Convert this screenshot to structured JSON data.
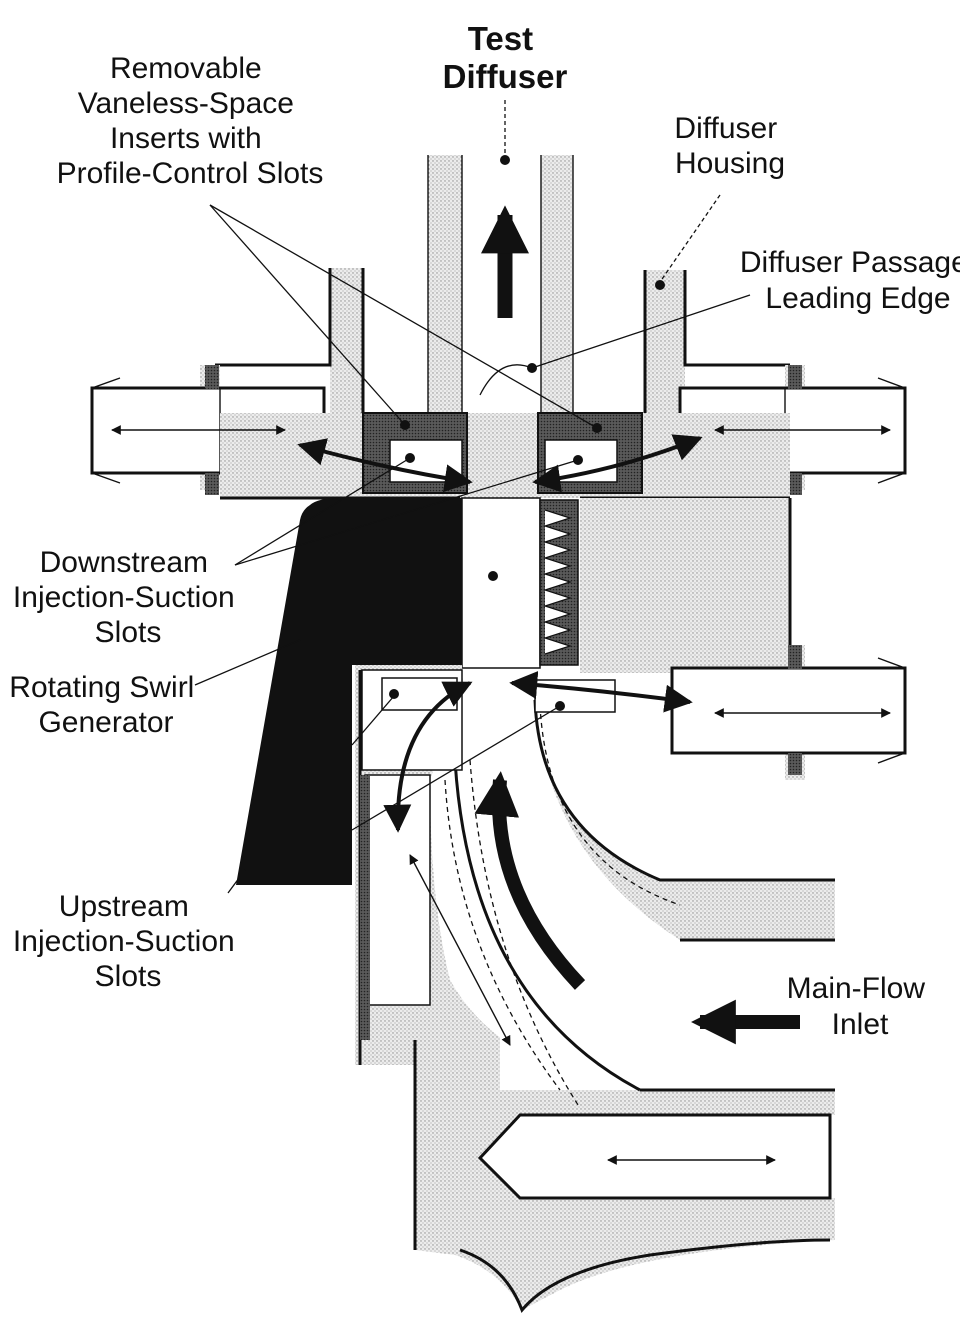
{
  "labels": {
    "test_diffuser": [
      "Test",
      "Diffuser"
    ],
    "inserts": [
      "Removable",
      "Vaneless-Space",
      "Inserts with",
      "Profile-Control Slots"
    ],
    "housing": [
      "Diffuser",
      "Housing"
    ],
    "leading_edge": [
      "Diffuser Passage",
      "Leading Edge"
    ],
    "downstream_slots": [
      "Downstream",
      "Injection-Suction",
      "Slots"
    ],
    "swirl_generator": [
      "Rotating Swirl",
      "Generator"
    ],
    "upstream_slots": [
      "Upstream",
      "Injection-Suction",
      "Slots"
    ],
    "main_flow": [
      "Main-Flow",
      "Inlet"
    ]
  }
}
